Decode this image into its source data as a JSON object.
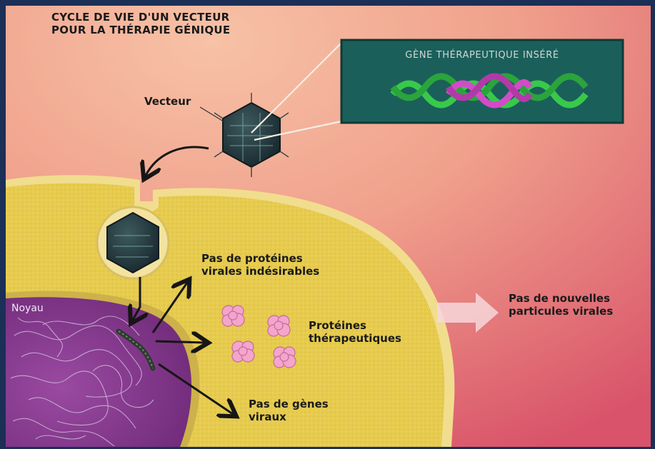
{
  "title": {
    "line1": "CYCLE DE VIE D'UN VECTEUR",
    "line2": "POUR LA THÉRAPIE GÉNIQUE"
  },
  "labels": {
    "gene_insert": "GÈNE THÉRAPEUTIQUE INSÉRÉ",
    "vector": "Vecteur",
    "nucleus": "Noyau",
    "no_viral_proteins_1": "Pas de protéines",
    "no_viral_proteins_2": "virales indésirables",
    "therapeutic_proteins_1": "Protéines",
    "therapeutic_proteins_2": "thérapeutiques",
    "no_new_particles_1": "Pas de nouvelles",
    "no_new_particles_2": "particules virales",
    "no_viral_genes_1": "Pas de gènes",
    "no_viral_genes_2": "viraux"
  },
  "colors": {
    "border": "#1c2f57",
    "background_top": "#f4b49a",
    "background_bottom": "#d9546a",
    "cytoplasm": "#e6cb4e",
    "membrane": "#f1dd8e",
    "nucleus": "#8c3c93",
    "inset_box": "#1b5f5a",
    "helix_green": "#38c94a",
    "helix_magenta": "#d24cc8",
    "protein": "#f3a5cc",
    "capsid": "#1d2e33",
    "arrow": "#161616"
  }
}
